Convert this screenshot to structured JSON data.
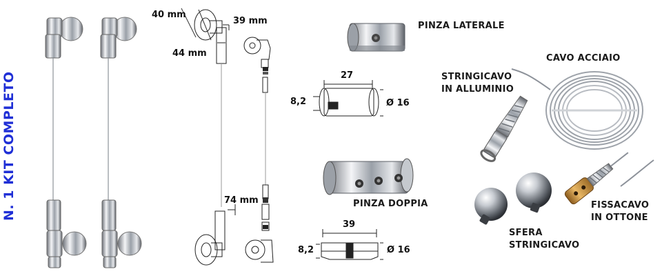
{
  "title": "N. 1 KIT COMPLETO",
  "dimensions": {
    "d40": "40 mm",
    "d44": "44 mm",
    "d39mm": "39 mm",
    "d74": "74 mm",
    "w27": "27",
    "h82a": "8,2",
    "dia16a": "Ø 16",
    "w39": "39",
    "h82b": "8,2",
    "dia16b": "Ø 16"
  },
  "labels": {
    "pinza_laterale": "PINZA LATERALE",
    "pinza_doppia": "PINZA DOPPIA",
    "cavo_acciaio": "CAVO ACCIAIO",
    "stringicavo_l1": "STRINGICAVO",
    "stringicavo_l2": "IN ALLUMINIO",
    "sfera_l1": "SFERA",
    "sfera_l2": "STRINGICAVO",
    "fissacavo_l1": "FISSACAVO",
    "fissacavo_l2": "IN OTTONE"
  },
  "colors": {
    "title": "#1f2fd6",
    "chrome": "#c9ccd1",
    "brass": "#c8953f"
  }
}
